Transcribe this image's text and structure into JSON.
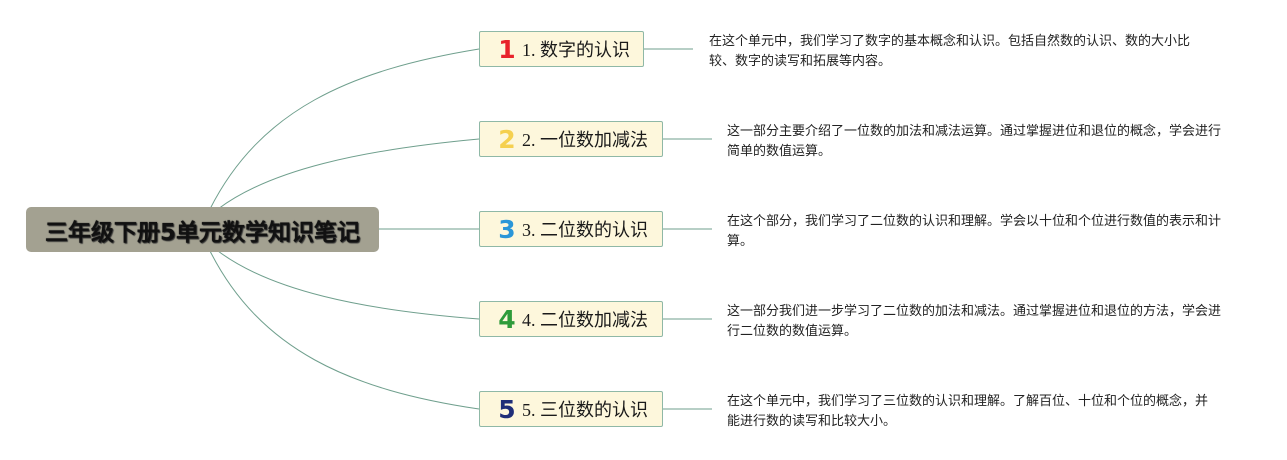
{
  "root": {
    "title": "三年级下册5单元数学知识笔记"
  },
  "topics": [
    {
      "icon": "number-1-icon",
      "icon_glyph": "1",
      "icon_color": "#e8232b",
      "label": "1. 数字的认识",
      "description": "在这个单元中，我们学习了数字的基本概念和认识。包括自然数的认识、数的大小比较、数字的读写和拓展等内容。"
    },
    {
      "icon": "number-2-icon",
      "icon_glyph": "2",
      "icon_color": "#f5d04f",
      "label": "2. 一位数加减法",
      "description": "这一部分主要介绍了一位数的加法和减法运算。通过掌握进位和退位的概念，学会进行简单的数值运算。"
    },
    {
      "icon": "number-3-icon",
      "icon_glyph": "3",
      "icon_color": "#2a96d8",
      "label": "3. 二位数的认识",
      "description": "在这个部分，我们学习了二位数的认识和理解。学会以十位和个位进行数值的表示和计算。"
    },
    {
      "icon": "number-4-icon",
      "icon_glyph": "4",
      "icon_color": "#2e9b3a",
      "label": "4. 二位数加减法",
      "description": "这一部分我们进一步学习了二位数的加法和减法。通过掌握进位和退位的方法，学会进行二位数的数值运算。"
    },
    {
      "icon": "number-5-icon",
      "icon_glyph": "5",
      "icon_color": "#1f2e78",
      "label": "5. 三位数的认识",
      "description": "在这个单元中，我们学习了三位数的认识和理解。了解百位、十位和个位的概念，并能进行数的读写和比较大小。"
    }
  ],
  "colors": {
    "connector": "#6f9f8d",
    "root_bg": "#a3a191",
    "topic_bg": "#fdf7dc"
  }
}
